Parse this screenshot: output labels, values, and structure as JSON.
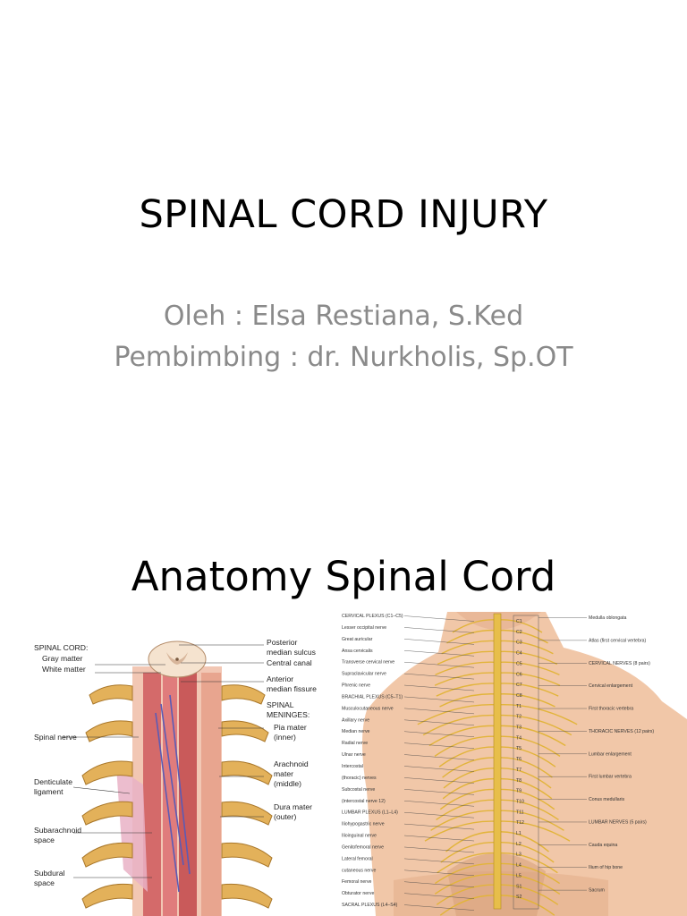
{
  "slide1": {
    "title": "SPINAL CORD INJURY",
    "author_line": "Oleh : Elsa Restiana, S.Ked",
    "supervisor_line": "Pembimbing : dr. Nurkholis, Sp.OT"
  },
  "slide2": {
    "title": "Anatomy Spinal Cord",
    "left_figure": {
      "labels": {
        "spinal_cord": "SPINAL CORD:",
        "gray_matter": "Gray matter",
        "white_matter": "White matter",
        "spinal_nerve": "Spinal nerve",
        "denticulate1": "Denticulate",
        "denticulate2": "ligament",
        "subarachnoid1": "Subarachnoid",
        "subarachnoid2": "space",
        "subdural1": "Subdural",
        "subdural2": "space",
        "posterior1": "Posterior",
        "posterior2": "median sulcus",
        "central_canal": "Central canal",
        "anterior1": "Anterior",
        "anterior2": "median fissure",
        "spinal1": "SPINAL",
        "spinal2": "MENINGES:",
        "pia1": "Pia mater",
        "pia2": "(inner)",
        "arachnoid1": "Arachnoid",
        "arachnoid2": "mater",
        "arachnoid3": "(middle)",
        "dura1": "Dura mater",
        "dura2": "(outer)"
      }
    },
    "right_figure": {
      "left_labels": [
        "CERVICAL PLEXUS (C1–C5)",
        "Lesser occipital nerve",
        "Great auricular",
        "Ansa cervicalis",
        "Transverse cervical nerve",
        "Supraclavicular nerve",
        "Phrenic nerve",
        "BRACHIAL PLEXUS (C5–T1)",
        "Musculocutaneous nerve",
        "Axillary nerve",
        "Median nerve",
        "Radial nerve",
        "Ulnar nerve",
        "Intercostal",
        "(thoracic) nerves",
        "Subcostal nerve",
        "(intercostal nerve 12)",
        "LUMBAR PLEXUS (L1–L4)",
        "Iliohypogastric nerve",
        "Ilioinguinal nerve",
        "Genitofemoral nerve",
        "Lateral femoral",
        "cutaneous nerve",
        "Femoral nerve",
        "Obturator nerve",
        "SACRAL PLEXUS (L4–S4)"
      ],
      "right_labels": [
        "Medulla oblongata",
        "Atlas (first cervical vertebra)",
        "CERVICAL NERVES (8 pairs)",
        "Cervical enlargement",
        "First thoracic vertebra",
        "THORACIC NERVES (12 pairs)",
        "Lumbar enlargement",
        "First lumbar vertebra",
        "Conus medullaris",
        "LUMBAR NERVES (5 pairs)",
        "Cauda equina",
        "Ilium of hip bone",
        "Sacrum"
      ],
      "levels": [
        "C1",
        "C2",
        "C3",
        "C4",
        "C5",
        "C6",
        "C7",
        "C8",
        "T1",
        "T2",
        "T3",
        "T4",
        "T5",
        "T6",
        "T7",
        "T8",
        "T9",
        "T10",
        "T11",
        "T12",
        "L1",
        "L2",
        "L3",
        "L4",
        "L5",
        "S1",
        "S2"
      ]
    }
  }
}
